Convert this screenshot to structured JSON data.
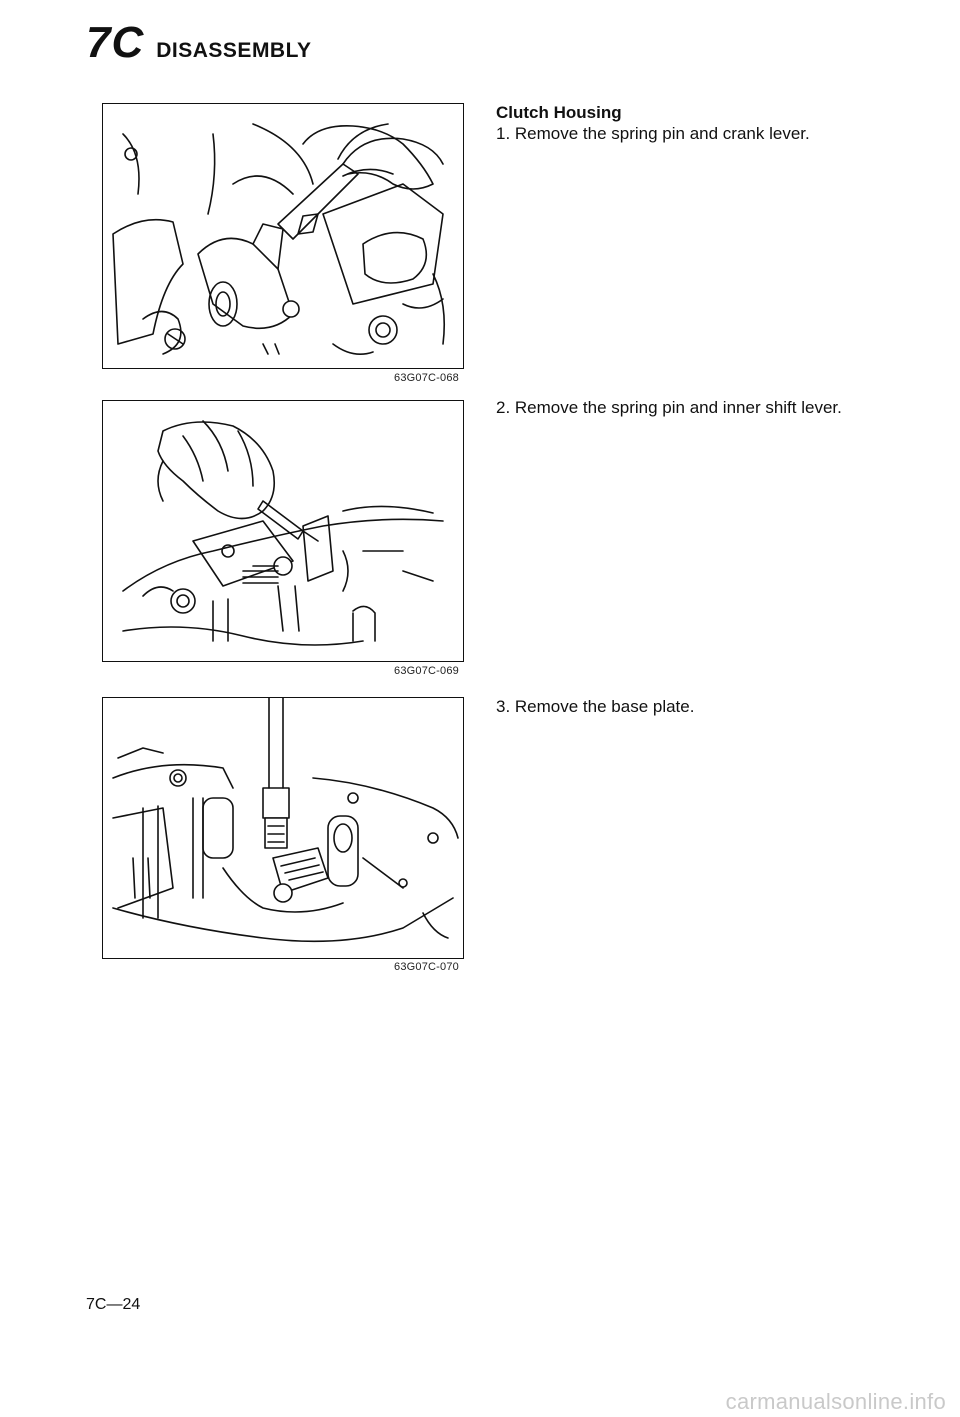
{
  "header": {
    "section_code": "7C",
    "section_title": "DISASSEMBLY"
  },
  "content": {
    "heading": "Clutch Housing",
    "steps": [
      "1. Remove the spring pin and crank lever.",
      "2. Remove the spring pin and inner shift lever.",
      "3. Remove the base plate."
    ]
  },
  "figures": [
    {
      "code": "63G07C-068"
    },
    {
      "code": "63G07C-069"
    },
    {
      "code": "63G07C-070"
    }
  ],
  "footer": {
    "page_number": "7C—24",
    "watermark": "carmanualsonline.info"
  }
}
